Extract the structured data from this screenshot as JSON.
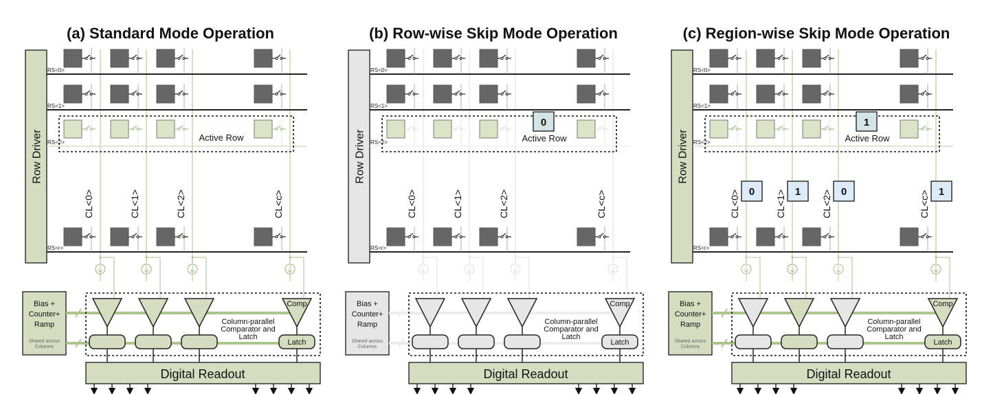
{
  "colors": {
    "active_fill": "#d5dcbf",
    "active_stroke": "#8aa86a",
    "inactive_fill": "#e6e6e6",
    "pixel_dark": "#666666",
    "pixel_active": "#dde3c6",
    "flag_fill": "#dcebf7",
    "flag_fill_row": "#d4e4e6",
    "bus_green": "#a9c58c",
    "faint": "#d8d8d8",
    "line": "#222222"
  },
  "shared": {
    "row_driver_label": "Row Driver",
    "row_labels": [
      "RS<0>",
      "RS<1>",
      "RS<2>",
      "RS<r>"
    ],
    "column_labels": [
      "CL<0>",
      "CL<1>",
      "CL<2>",
      "CL<c>"
    ],
    "active_row_label": "Active Row",
    "bias_block_lines": [
      "Bias +",
      "Counter+",
      "Ramp"
    ],
    "bias_block_note_lines": [
      "Shared across",
      "Columns"
    ],
    "comparator_region_lines": [
      "Column-parallel",
      "Comparator and",
      "Latch"
    ],
    "comp_label": "Comp",
    "latch_label": "Latch",
    "readout_label": "Digital Readout"
  },
  "panels": [
    {
      "id": "a",
      "title": "(a) Standard Mode Operation",
      "mode": "standard",
      "row_flag": null,
      "column_flags": null,
      "column_active": [
        true,
        true,
        true,
        true
      ]
    },
    {
      "id": "b",
      "title": "(b) Row-wise Skip Mode Operation",
      "mode": "row-skip",
      "row_flag": "0",
      "column_flags": null,
      "column_active": [
        false,
        false,
        false,
        false
      ]
    },
    {
      "id": "c",
      "title": "(c) Region-wise Skip Mode Operation",
      "mode": "region-skip",
      "row_flag": "1",
      "column_flags": [
        "0",
        "1",
        "0",
        "1"
      ],
      "column_active": [
        false,
        true,
        false,
        true
      ]
    }
  ]
}
